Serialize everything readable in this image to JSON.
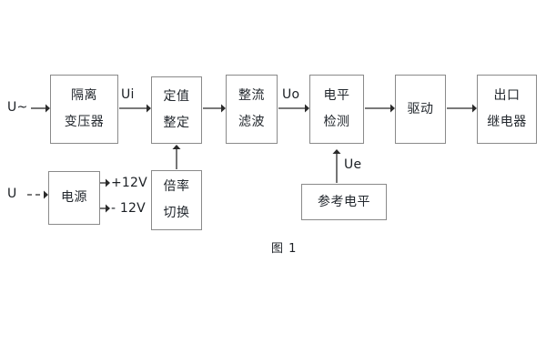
{
  "diagram": {
    "caption": "图 1",
    "blocks": [
      {
        "id": "isolation-transformer",
        "lines": [
          "隔离",
          "变压器"
        ]
      },
      {
        "id": "setpoint-setting",
        "lines": [
          "定值",
          "整定"
        ]
      },
      {
        "id": "rectify-filter",
        "lines": [
          "整流",
          "滤波"
        ]
      },
      {
        "id": "level-detection",
        "lines": [
          "电平",
          "检测"
        ]
      },
      {
        "id": "drive",
        "lines": [
          "驱动"
        ]
      },
      {
        "id": "output-relay",
        "lines": [
          "出口",
          "继电器"
        ]
      },
      {
        "id": "power-supply",
        "lines": [
          "电源"
        ]
      },
      {
        "id": "multiplier-switch",
        "lines": [
          "倍率",
          "切换"
        ]
      },
      {
        "id": "reference-level",
        "lines": [
          "参考电平"
        ]
      }
    ],
    "labels": {
      "input_ac": "U~",
      "input_dc": "U",
      "signal_ui": "Ui",
      "signal_uo": "Uo",
      "signal_ue": "Ue",
      "rail_positive": "+12V",
      "rail_negative": "- 12V"
    },
    "colors": {
      "box_border": "#8a8a8a",
      "line": "#2b2b2b",
      "text": "#23282e",
      "background": "#ffffff"
    }
  }
}
